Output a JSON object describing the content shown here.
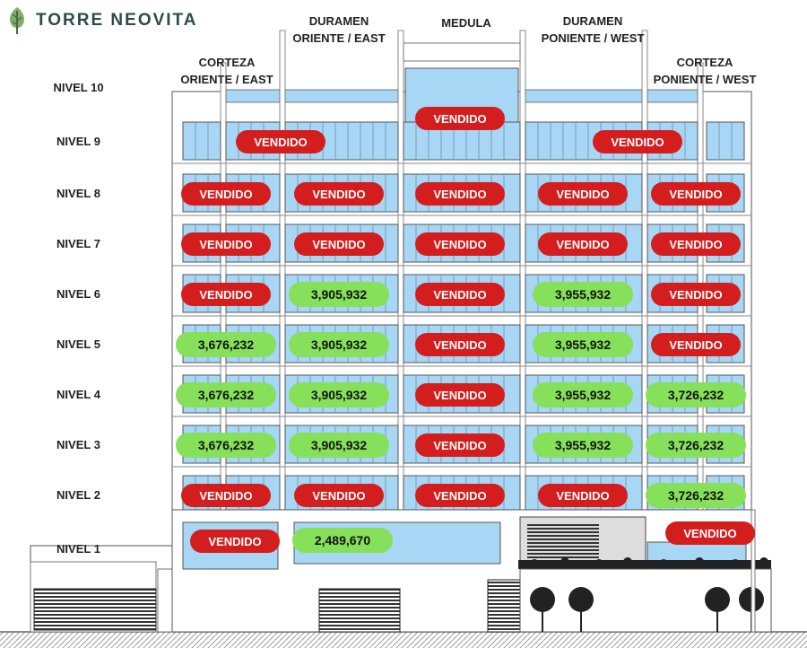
{
  "brand": {
    "name": "TORRE NEOVITA",
    "icon": "tree-icon",
    "color": "#2b4c4a"
  },
  "colors": {
    "sold": "#d41e1e",
    "available": "#86e05a",
    "glass": "#a8d6f5"
  },
  "columns": [
    {
      "id": "corteza-east",
      "line1": "CORTEZA",
      "line2": "ORIENTE / EAST"
    },
    {
      "id": "duramen-east",
      "line1": "DURAMEN",
      "line2": "ORIENTE / EAST"
    },
    {
      "id": "medula",
      "line1": "MEDULA",
      "line2": ""
    },
    {
      "id": "duramen-west",
      "line1": "DURAMEN",
      "line2": "PONIENTE / WEST"
    },
    {
      "id": "corteza-west",
      "line1": "CORTEZA",
      "line2": "PONIENTE / WEST"
    }
  ],
  "levels": [
    "NIVEL 10",
    "NIVEL 9",
    "NIVEL 8",
    "NIVEL 7",
    "NIVEL 6",
    "NIVEL 5",
    "NIVEL 4",
    "NIVEL 3",
    "NIVEL 2",
    "NIVEL 1"
  ],
  "units": [
    {
      "level": "NIVEL 10",
      "column": "medula",
      "status": "sold",
      "label": "VENDIDO"
    },
    {
      "level": "NIVEL 9",
      "column": "duramen-east",
      "status": "sold",
      "label": "VENDIDO"
    },
    {
      "level": "NIVEL 9",
      "column": "duramen-west",
      "status": "sold",
      "label": "VENDIDO"
    },
    {
      "level": "NIVEL 8",
      "column": "corteza-east",
      "status": "sold",
      "label": "VENDIDO"
    },
    {
      "level": "NIVEL 8",
      "column": "duramen-east",
      "status": "sold",
      "label": "VENDIDO"
    },
    {
      "level": "NIVEL 8",
      "column": "medula",
      "status": "sold",
      "label": "VENDIDO"
    },
    {
      "level": "NIVEL 8",
      "column": "duramen-west",
      "status": "sold",
      "label": "VENDIDO"
    },
    {
      "level": "NIVEL 8",
      "column": "corteza-west",
      "status": "sold",
      "label": "VENDIDO"
    },
    {
      "level": "NIVEL 7",
      "column": "corteza-east",
      "status": "sold",
      "label": "VENDIDO"
    },
    {
      "level": "NIVEL 7",
      "column": "duramen-east",
      "status": "sold",
      "label": "VENDIDO"
    },
    {
      "level": "NIVEL 7",
      "column": "medula",
      "status": "sold",
      "label": "VENDIDO"
    },
    {
      "level": "NIVEL 7",
      "column": "duramen-west",
      "status": "sold",
      "label": "VENDIDO"
    },
    {
      "level": "NIVEL 7",
      "column": "corteza-west",
      "status": "sold",
      "label": "VENDIDO"
    },
    {
      "level": "NIVEL 6",
      "column": "corteza-east",
      "status": "sold",
      "label": "VENDIDO"
    },
    {
      "level": "NIVEL 6",
      "column": "duramen-east",
      "status": "available",
      "label": "3,905,932"
    },
    {
      "level": "NIVEL 6",
      "column": "medula",
      "status": "sold",
      "label": "VENDIDO"
    },
    {
      "level": "NIVEL 6",
      "column": "duramen-west",
      "status": "available",
      "label": "3,955,932"
    },
    {
      "level": "NIVEL 6",
      "column": "corteza-west",
      "status": "sold",
      "label": "VENDIDO"
    },
    {
      "level": "NIVEL 5",
      "column": "corteza-east",
      "status": "available",
      "label": "3,676,232"
    },
    {
      "level": "NIVEL 5",
      "column": "duramen-east",
      "status": "available",
      "label": "3,905,932"
    },
    {
      "level": "NIVEL 5",
      "column": "medula",
      "status": "sold",
      "label": "VENDIDO"
    },
    {
      "level": "NIVEL 5",
      "column": "duramen-west",
      "status": "available",
      "label": "3,955,932"
    },
    {
      "level": "NIVEL 5",
      "column": "corteza-west",
      "status": "sold",
      "label": "VENDIDO"
    },
    {
      "level": "NIVEL 4",
      "column": "corteza-east",
      "status": "available",
      "label": "3,676,232"
    },
    {
      "level": "NIVEL 4",
      "column": "duramen-east",
      "status": "available",
      "label": "3,905,932"
    },
    {
      "level": "NIVEL 4",
      "column": "medula",
      "status": "sold",
      "label": "VENDIDO"
    },
    {
      "level": "NIVEL 4",
      "column": "duramen-west",
      "status": "available",
      "label": "3,955,932"
    },
    {
      "level": "NIVEL 4",
      "column": "corteza-west",
      "status": "available",
      "label": "3,726,232"
    },
    {
      "level": "NIVEL 3",
      "column": "corteza-east",
      "status": "available",
      "label": "3,676,232"
    },
    {
      "level": "NIVEL 3",
      "column": "duramen-east",
      "status": "available",
      "label": "3,905,932"
    },
    {
      "level": "NIVEL 3",
      "column": "medula",
      "status": "sold",
      "label": "VENDIDO"
    },
    {
      "level": "NIVEL 3",
      "column": "duramen-west",
      "status": "available",
      "label": "3,955,932"
    },
    {
      "level": "NIVEL 3",
      "column": "corteza-west",
      "status": "available",
      "label": "3,726,232"
    },
    {
      "level": "NIVEL 2",
      "column": "corteza-east",
      "status": "sold",
      "label": "VENDIDO"
    },
    {
      "level": "NIVEL 2",
      "column": "duramen-east",
      "status": "sold",
      "label": "VENDIDO"
    },
    {
      "level": "NIVEL 2",
      "column": "medula",
      "status": "sold",
      "label": "VENDIDO"
    },
    {
      "level": "NIVEL 2",
      "column": "duramen-west",
      "status": "sold",
      "label": "VENDIDO"
    },
    {
      "level": "NIVEL 2",
      "column": "corteza-west",
      "status": "available",
      "label": "3,726,232"
    },
    {
      "level": "NIVEL 1",
      "column": "corteza-east",
      "status": "sold",
      "label": "VENDIDO"
    },
    {
      "level": "NIVEL 1",
      "column": "duramen-east",
      "status": "available",
      "label": "2,489,670"
    },
    {
      "level": "NIVEL 1",
      "column": "corteza-west",
      "status": "sold",
      "label": "VENDIDO"
    }
  ]
}
